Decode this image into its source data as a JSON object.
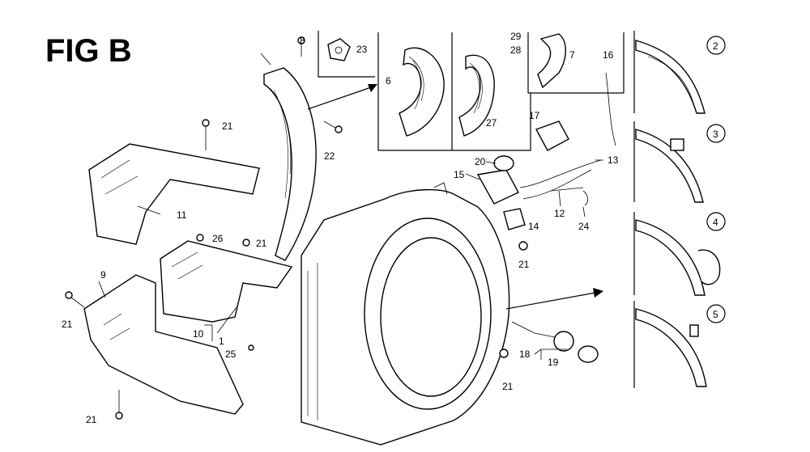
{
  "figure": {
    "title": "FIG B"
  },
  "callouts": {
    "p2": "2",
    "p3": "3",
    "p4": "4",
    "p5": "5"
  },
  "labels": {
    "l1": "1",
    "l6": "6",
    "l7": "7",
    "l8": "8",
    "l9": "9",
    "l10": "10",
    "l11": "11",
    "l12": "12",
    "l13": "13",
    "l14": "14",
    "l15": "15",
    "l16": "16",
    "l17": "17",
    "l18": "18",
    "l19": "19",
    "l20": "20",
    "l21a": "21",
    "l21b": "21",
    "l21c": "21",
    "l21d": "21",
    "l21e": "21",
    "l21f": "21",
    "l22": "22",
    "l23": "23",
    "l24": "24",
    "l25": "25",
    "l26": "26",
    "l27": "27",
    "l28": "28",
    "l29": "29"
  }
}
